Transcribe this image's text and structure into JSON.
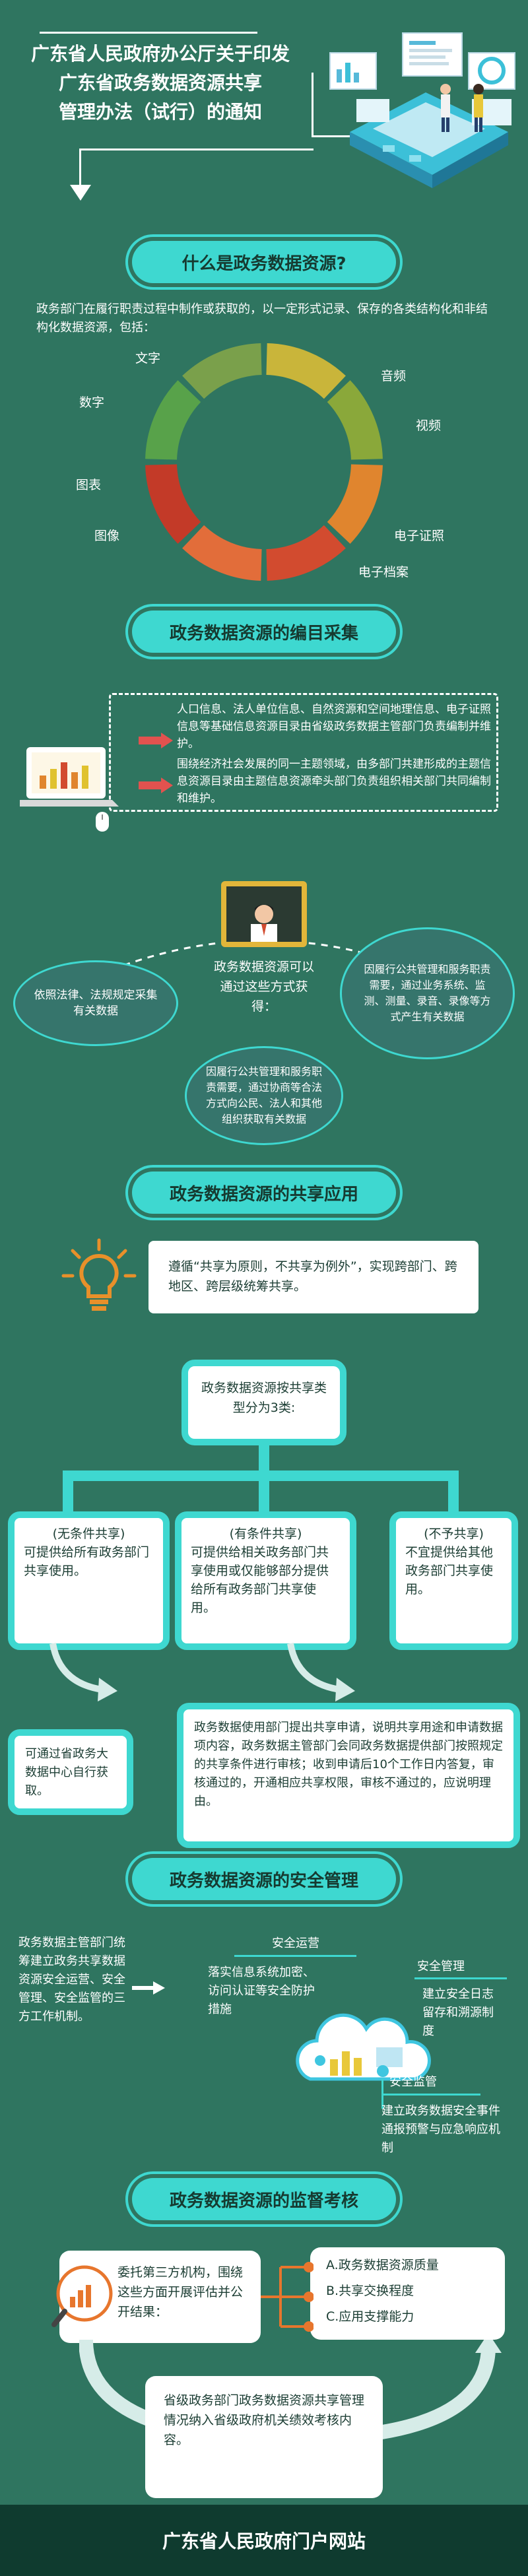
{
  "header": {
    "title_lines": [
      "广东省人民政府办公厅关于印发",
      "广东省政务数据资源共享",
      "管理办法（试行）的通知"
    ]
  },
  "sections": {
    "what": {
      "title": "什么是政务数据资源?",
      "intro": "政务部门在履行职责过程中制作或获取的，以一定形式记录、保存的各类结构化和非结构化数据资源，包括：",
      "types": [
        "文字",
        "音频",
        "数字",
        "视频",
        "图表",
        "电子证照",
        "图像",
        "电子档案"
      ],
      "ring_colors": [
        "#c9b53a",
        "#8aa83a",
        "#e0852e",
        "#d24b2f",
        "#e26d3a",
        "#c33a28",
        "#58a24a",
        "#7aa04b"
      ]
    },
    "collect": {
      "title": "政务数据资源的编目采集",
      "item1": "人口信息、法人单位信息、自然资源和空间地理信息、电子证照信息等基础信息资源目录由省级政务数据主管部门负责编制并维护。",
      "item2": "围绕经济社会发展的同一主题领域，由多部门共建形成的主题信息资源目录由主题信息资源牵头部门负责组织相关部门共同编制和维护。",
      "center": "政务数据资源可以通过这些方式获得：",
      "left_oval": "依照法律、法规规定采集有关数据",
      "right_oval": "因履行公共管理和服务职责需要，通过业务系统、监测、测量、录音、录像等方式产生有关数据",
      "bottom_oval": "因履行公共管理和服务职责需要，通过协商等合法方式向公民、法人和其他组织获取有关数据"
    },
    "share": {
      "title": "政务数据资源的共享应用",
      "principle": "遵循“共享为原则，不共享为例外”，实现跨部门、跨地区、跨层级统筹共享。",
      "types_title": "政务数据资源按共享类型分为3类:",
      "cat1_title": "(无条件共享)",
      "cat1_text": "可提供给所有政务部门共享使用。",
      "cat2_title": "(有条件共享)",
      "cat2_text": "可提供给相关政务部门共享使用或仅能够部分提供给所有政务部门共享使用。",
      "cat3_title": "(不予共享)",
      "cat3_text": "不宜提供给其他政务部门共享使用。",
      "info1": "可通过省政务大数据中心自行获取。",
      "info2": "政务数据使用部门提出共享申请，说明共享用途和申请数据项内容，政务数据主管部门会同政务数据提供部门按照规定的共享条件进行审核；收到申请后10个工作日内答复，审核通过的，开通相应共享权限，审核不通过的，应说明理由。"
    },
    "security": {
      "title": "政务数据资源的安全管理",
      "left_text": "政务数据主管部门统筹建立政务共享数据资源安全运营、安全管理、安全监管的三方工作机制。",
      "ops_title": "安全运营",
      "ops_text": "落实信息系统加密、访问认证等安全防护措施",
      "mgmt_title": "安全管理",
      "mgmt_text": "建立安全日志留存和溯源制度",
      "sup_title": "安全监管",
      "sup_text": "建立政务数据安全事件通报预警与应急响应机制"
    },
    "supervision": {
      "title": "政务数据资源的监督考核",
      "left_text": "委托第三方机构，围绕这些方面开展评估并公开结果：",
      "items": [
        "A.政务数据资源质量",
        "B.共享交换程度",
        "C.应用支撑能力"
      ],
      "bottom_text": "省级政务部门政务数据资源共享管理情况纳入省级政府机关绩效考核内容。"
    }
  },
  "footer": {
    "text": "广东省人民政府门户网站"
  },
  "colors": {
    "background": "#2f7560",
    "accent": "#3ed8d0",
    "footer": "#0f3b2f"
  }
}
